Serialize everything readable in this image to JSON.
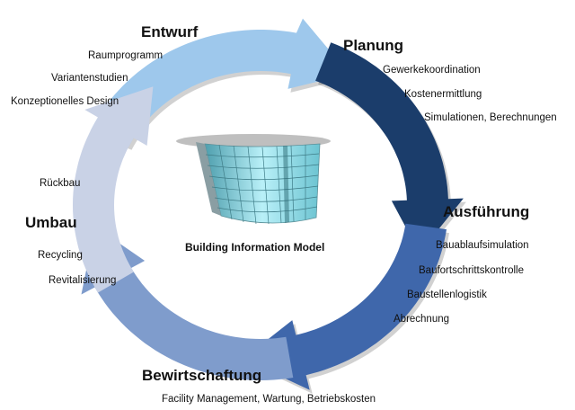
{
  "colors": {
    "entwurf": "#9ec8ec",
    "planung": "#1b3d6b",
    "ausfuehrung": "#3f67ab",
    "bewirtschaftung": "#7f9ccc",
    "umbau": "#c9d2e6"
  },
  "center": {
    "title": "Building Information Model",
    "icon": "building-icon"
  },
  "phases": [
    {
      "key": "entwurf",
      "title": "Entwurf",
      "items": [
        "Raumprogramm",
        "Variantenstudien",
        "Konzeptionelles Design"
      ]
    },
    {
      "key": "planung",
      "title": "Planung",
      "items": [
        "Gewerkekoordination",
        "Kostenermittlung",
        "Simulationen, Berechnungen"
      ]
    },
    {
      "key": "ausfuehrung",
      "title": "Ausführung",
      "items": [
        "Bauablaufsimulation",
        "Baufortschrittskontrolle",
        "Baustellenlogistik",
        "Abrechnung"
      ]
    },
    {
      "key": "bewirtschaftung",
      "title": "Bewirtschaftung",
      "items": [
        "Facility Management, Wartung, Betriebskosten"
      ]
    },
    {
      "key": "umbau",
      "title": "Umbau",
      "items": [
        "Rückbau",
        "Recycling",
        "Revitalisierung"
      ]
    }
  ]
}
